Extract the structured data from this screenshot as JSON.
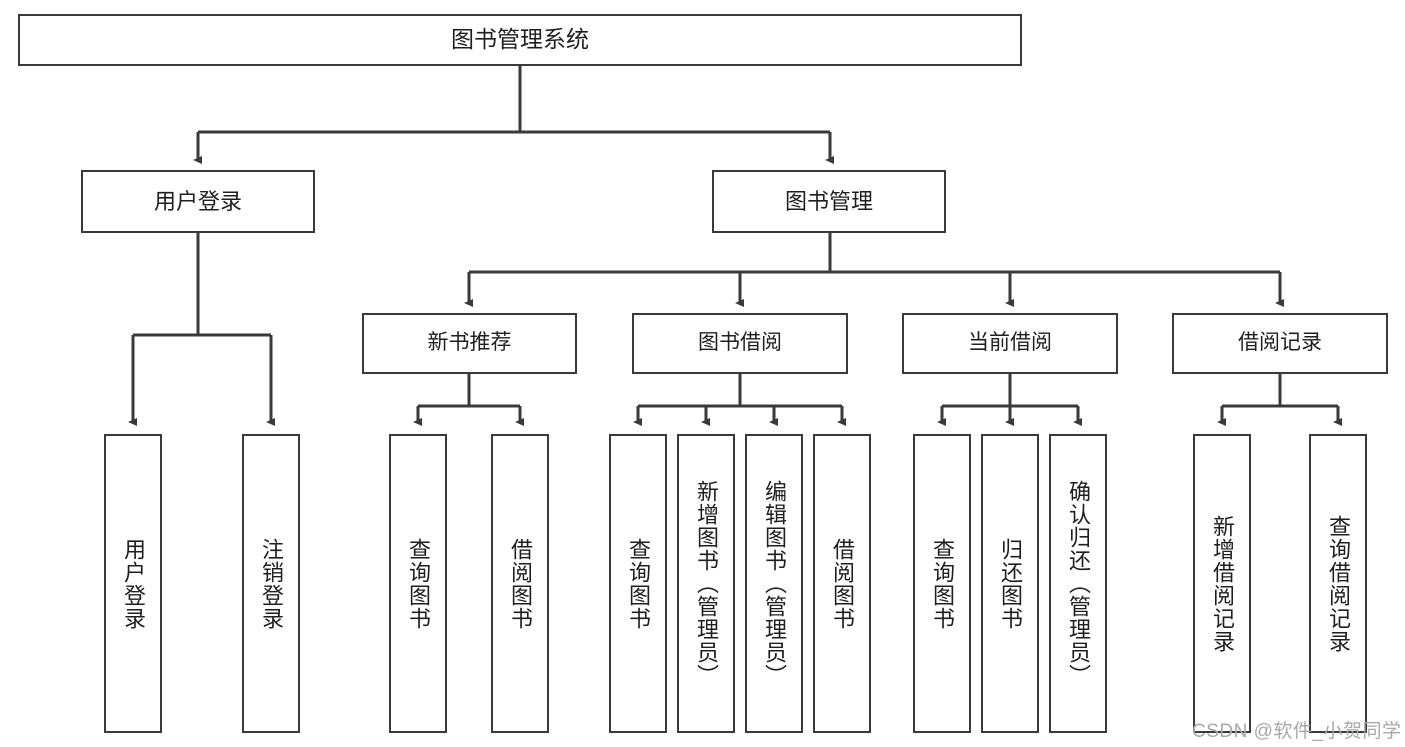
{
  "diagram": {
    "title": "图书管理系统",
    "type": "tree-hierarchy",
    "root": {
      "label": "图书管理系统"
    },
    "level1": [
      {
        "label": "用户登录"
      },
      {
        "label": "图书管理"
      }
    ],
    "level2": [
      {
        "label": "新书推荐"
      },
      {
        "label": "图书借阅"
      },
      {
        "label": "当前借阅"
      },
      {
        "label": "借阅记录"
      }
    ],
    "leaves": [
      {
        "label": "用户登录",
        "parent": "用户登录"
      },
      {
        "label": "注销登录",
        "parent": "用户登录"
      },
      {
        "label": "查询图书",
        "parent": "新书推荐"
      },
      {
        "label": "借阅图书",
        "parent": "新书推荐"
      },
      {
        "label": "查询图书",
        "parent": "图书借阅"
      },
      {
        "label": "新增图书（管理员）",
        "parent": "图书借阅"
      },
      {
        "label": "编辑图书（管理员）",
        "parent": "图书借阅"
      },
      {
        "label": "借阅图书",
        "parent": "图书借阅"
      },
      {
        "label": "查询图书",
        "parent": "当前借阅"
      },
      {
        "label": "归还图书",
        "parent": "当前借阅"
      },
      {
        "label": "确认归还（管理员）",
        "parent": "当前借阅"
      },
      {
        "label": "新增借阅记录",
        "parent": "借阅记录"
      },
      {
        "label": "查询借阅记录",
        "parent": "借阅记录"
      }
    ],
    "watermark": "CSDN @软件_小贺同学",
    "colors": {
      "border": "#3a3a3a",
      "text": "#1f1f1f",
      "background": "#ffffff",
      "watermark": "#a8a8a8"
    }
  }
}
